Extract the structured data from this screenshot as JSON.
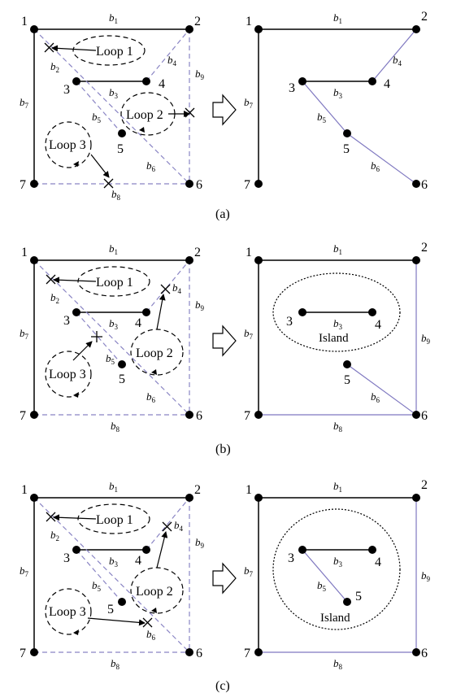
{
  "colors": {
    "solid_edge": "#000000",
    "dashed_edge": "#8a85c4",
    "tree_edge": "#7f78c0"
  },
  "panels": [
    {
      "label": "(a)",
      "left": {
        "loops": [
          "Loop 1",
          "Loop 2",
          "Loop 3"
        ]
      },
      "right": {
        "island_label": ""
      }
    },
    {
      "label": "(b)",
      "left": {
        "loops": [
          "Loop 1",
          "Loop 2",
          "Loop 3"
        ]
      },
      "right": {
        "island_label": "Island"
      }
    },
    {
      "label": "(c)",
      "left": {
        "loops": [
          "Loop 1",
          "Loop 2",
          "Loop 3"
        ]
      },
      "right": {
        "island_label": "Island"
      }
    }
  ],
  "node_labels": [
    "1",
    "2",
    "3",
    "4",
    "5",
    "6",
    "7"
  ],
  "branch_labels": {
    "b1": "b",
    "b1_sub": "1",
    "b2": "b",
    "b2_sub": "2",
    "b3": "b",
    "b3_sub": "3",
    "b4": "b",
    "b4_sub": "4",
    "b5": "b",
    "b5_sub": "5",
    "b6": "b",
    "b6_sub": "6",
    "b7": "b",
    "b7_sub": "7",
    "b8": "b",
    "b8_sub": "8",
    "b9": "b",
    "b9_sub": "9"
  },
  "arrow_icon": "hollow-right-arrow-icon"
}
